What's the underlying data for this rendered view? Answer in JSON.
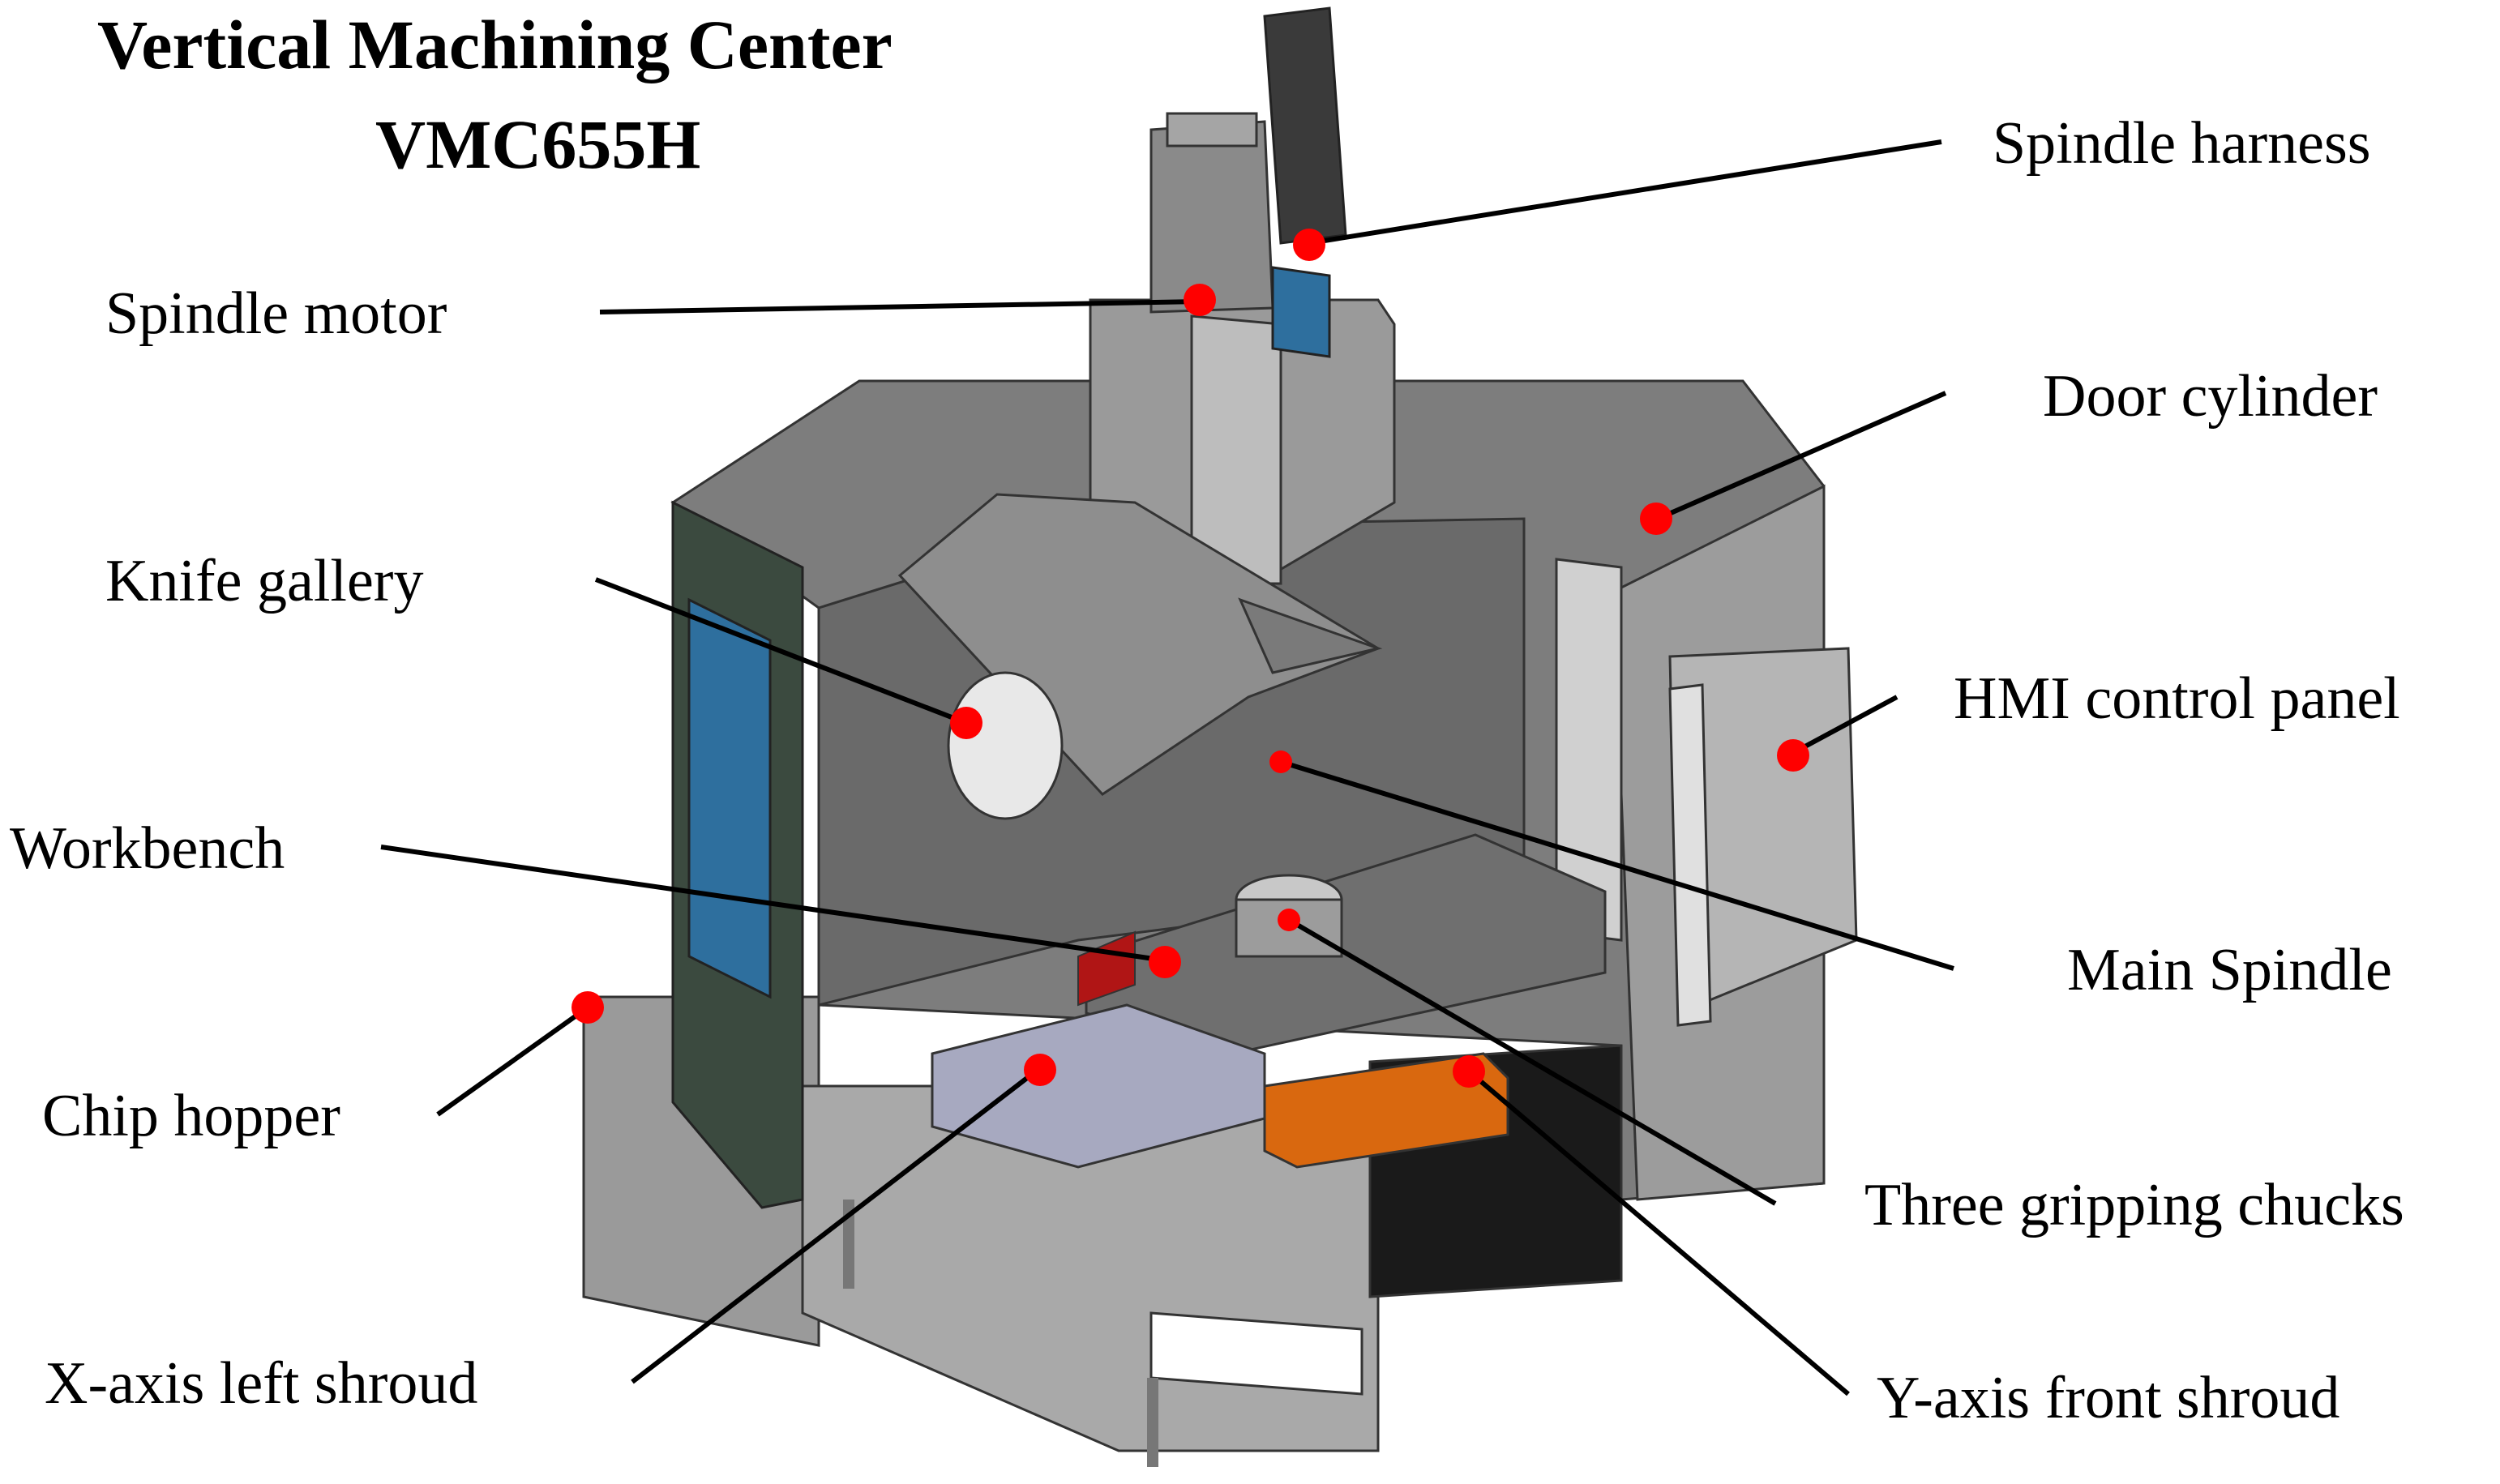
{
  "title": {
    "line1": "Vertical Machining Center",
    "line2": "VMC655H"
  },
  "labels": {
    "spindle_harness": "Spindle harness",
    "spindle_motor": "Spindle motor",
    "door_cylinder": "Door cylinder",
    "knife_gallery": "Knife gallery",
    "hmi_control_panel": "HMI control panel",
    "workbench": "Workbench",
    "main_spindle": "Main Spindle",
    "chip_hopper": "Chip hopper",
    "three_gripping_chucks": "Three gripping chucks",
    "x_axis_left_shroud": "X-axis left shroud",
    "y_axis_front_shroud": "Y-axis front shroud"
  },
  "colors": {
    "marker": "#ff0000",
    "leader": "#000000",
    "machine_body": "#8c8c8c",
    "machine_dark": "#555555",
    "panel_blue": "#2e6f9e",
    "shroud_orange": "#d9680f",
    "table_red": "#b01515",
    "door_green": "#3b4a3f"
  }
}
